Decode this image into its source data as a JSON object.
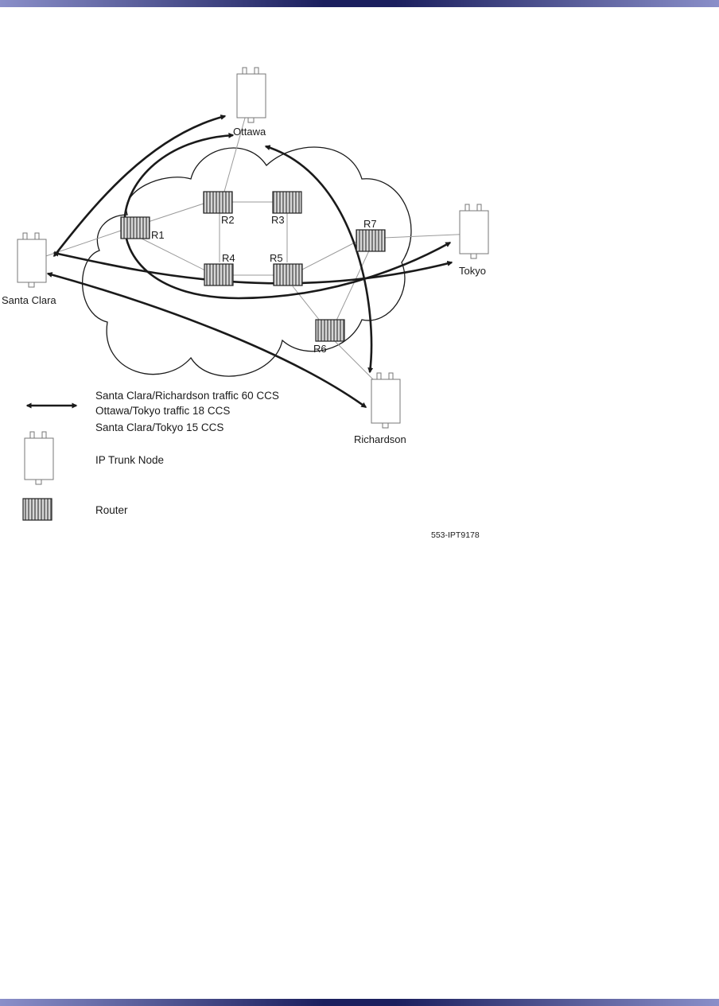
{
  "diagram": {
    "nodes": {
      "ottawa": "Ottawa",
      "santa_clara": "Santa Clara",
      "tokyo": "Tokyo",
      "richardson": "Richardson"
    },
    "routers": {
      "r1": "R1",
      "r2": "R2",
      "r3": "R3",
      "r4": "R4",
      "r5": "R5",
      "r6": "R6",
      "r7": "R7"
    },
    "legend": {
      "traffic_1": "Santa Clara/Richardson traffic 60 CCS",
      "traffic_2": "Ottawa/Tokyo traffic 18 CCS",
      "traffic_3": "Santa Clara/Tokyo 15 CCS",
      "node_label": "IP Trunk Node",
      "router_label": "Router"
    },
    "figure_id": "553-IPT9178"
  },
  "colors": {
    "bar_dark": "#1b1f5e",
    "bar_light": "#8a8fc9",
    "ink": "#1a1a1a",
    "link_gray": "#9a9a9a"
  }
}
